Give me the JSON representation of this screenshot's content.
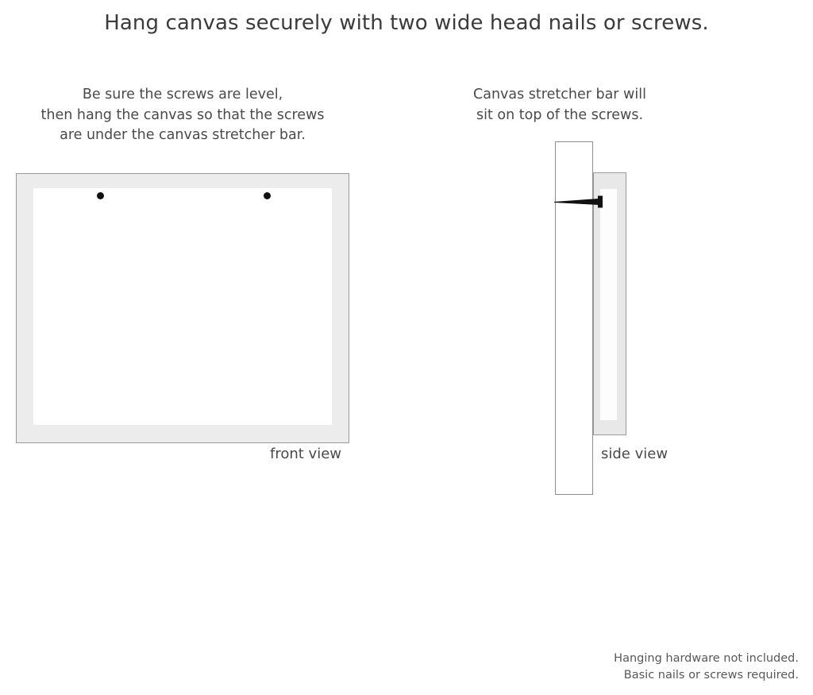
{
  "title": "Hang canvas securely with two wide head nails or screws.",
  "captions": {
    "left": {
      "line1": "Be sure the screws are level,",
      "line2": "then hang the canvas so that the screws",
      "line3": "are under the canvas stretcher bar."
    },
    "right": {
      "line1": "Canvas stretcher bar will",
      "line2": "sit on top of the screws."
    }
  },
  "diagrams": {
    "front": {
      "label": "front view",
      "screws": [
        {
          "name": "left-screw-dot"
        },
        {
          "name": "right-screw-dot"
        }
      ]
    },
    "side": {
      "label": "side view"
    }
  },
  "footer": {
    "line1": "Hanging hardware not included.",
    "line2": "Basic nails or screws required."
  },
  "colors": {
    "frame_fill": "#ececec",
    "frame_border": "#9a9a9a",
    "canvas_face": "#ffffff",
    "screw": "#111111",
    "text": "#3a3a3a",
    "footer_text": "#585858",
    "background": "#ffffff"
  }
}
